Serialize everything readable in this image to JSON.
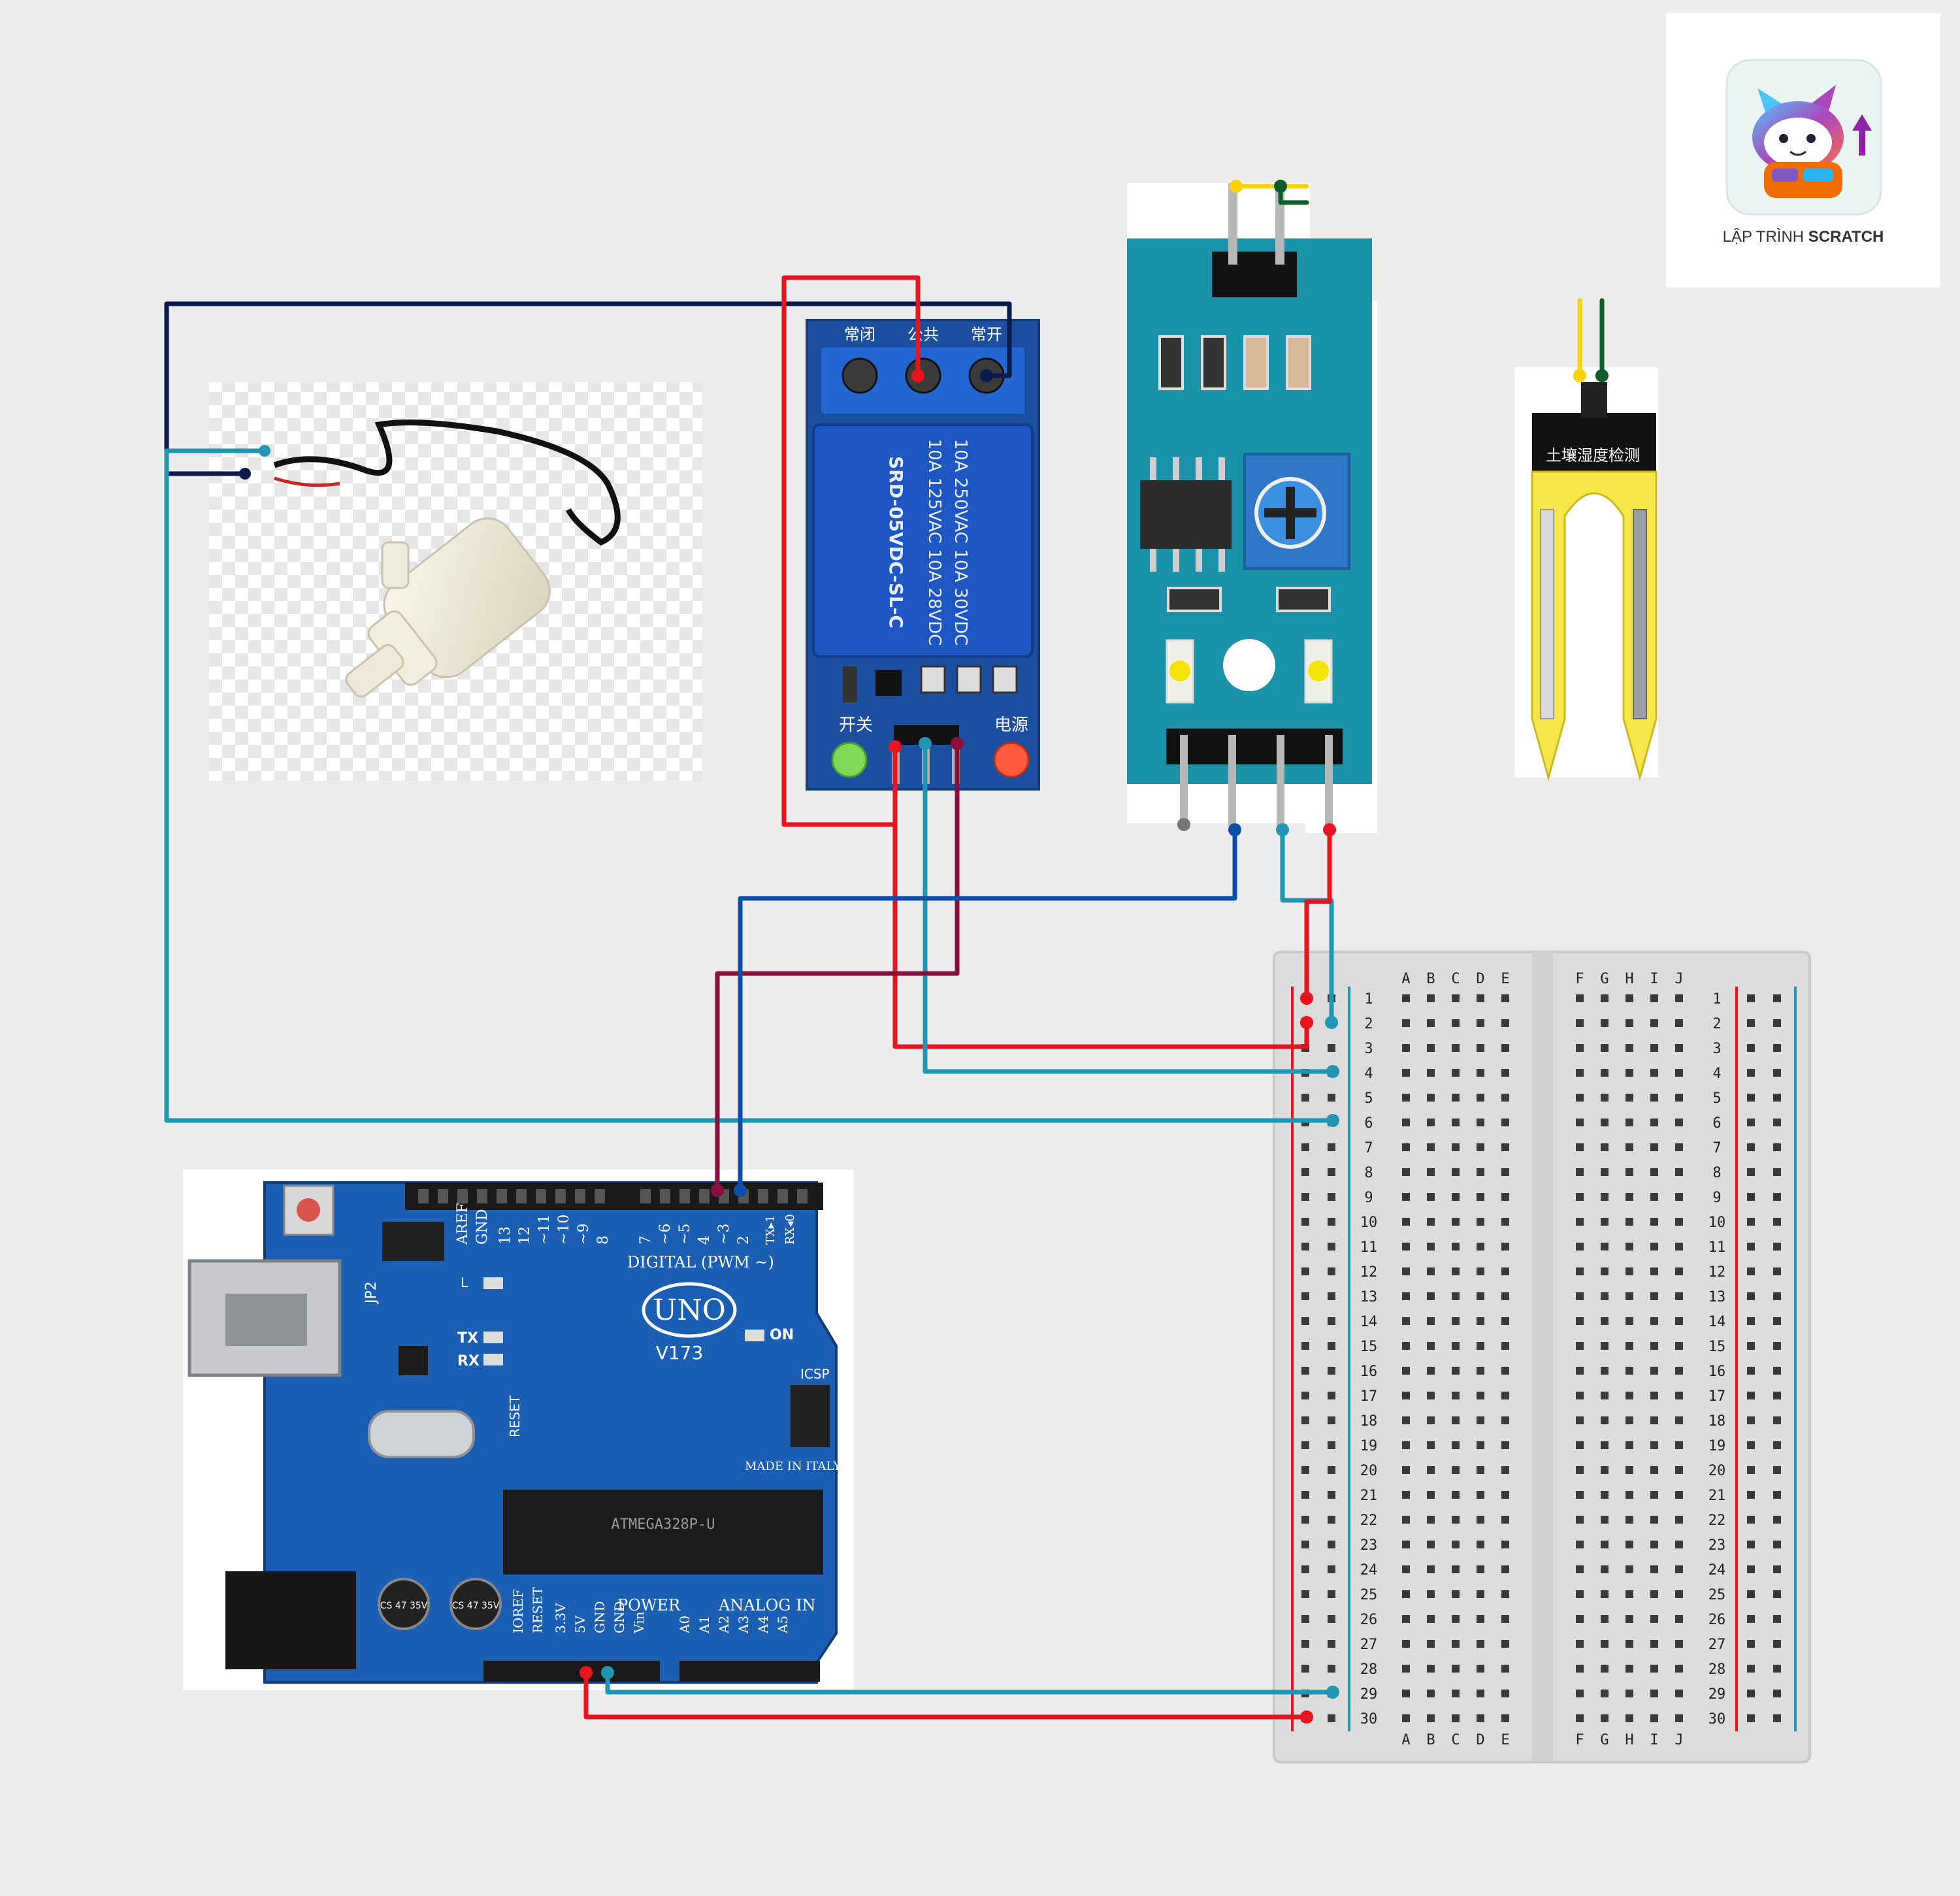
{
  "logo": {
    "text_regular": "LẬP TRÌNH ",
    "text_bold": "SCRATCH",
    "icon": "cat-mascot-icon"
  },
  "relay": {
    "labels_top": [
      "常闭",
      "公共",
      "常开"
    ],
    "coil_line1": "10A 250VAC 10A 30VDC",
    "coil_line2": "10A 125VAC 10A 28VDC",
    "model": "SRD-05VDC-SL-C",
    "left_led_label": "开关",
    "right_led_label": "电源"
  },
  "moisture_probe": {
    "label": "土壤湿度检测"
  },
  "arduino": {
    "board": "UNO",
    "version": "V173",
    "digital_label": "DIGITAL (PWM ~)",
    "power_label": "POWER",
    "analog_label": "ANALOG IN",
    "icsp_label": "ICSP",
    "on_label": "ON",
    "made_in": "MADE IN ITALY",
    "chip_label": "ATMEGA328P-U",
    "aref": "AREF",
    "gnd": "GND",
    "tx": "TX",
    "rx": "RX",
    "l": "L",
    "reset": "RESET",
    "jp2": "JP2",
    "digital_pins": [
      "13",
      "12",
      "~11",
      "~10",
      "~9",
      "8",
      "7",
      "~6",
      "~5",
      "4",
      "~3",
      "2",
      "TX▸1",
      "RX◂0"
    ],
    "power_pins": [
      "IOREF",
      "RESET",
      "3.3V",
      "5V",
      "GND",
      "GND",
      "Vin"
    ],
    "analog_pins": [
      "A0",
      "A1",
      "A2",
      "A3",
      "A4",
      "A5"
    ],
    "capacitor_label": "CS 47 35V"
  },
  "breadboard": {
    "left_cols": [
      "A",
      "B",
      "C",
      "D",
      "E"
    ],
    "right_cols": [
      "F",
      "G",
      "H",
      "I",
      "J"
    ],
    "rows": [
      "1",
      "2",
      "3",
      "4",
      "5",
      "6",
      "7",
      "8",
      "9",
      "10",
      "11",
      "12",
      "13",
      "14",
      "15",
      "16",
      "17",
      "18",
      "19",
      "20",
      "21",
      "22",
      "23",
      "24",
      "25",
      "26",
      "27",
      "28",
      "29",
      "30"
    ]
  },
  "wire_colors": {
    "red": "#e8141e",
    "teal": "#2196b3",
    "navy": "#0c1b4d",
    "blue": "#0d4fa8",
    "maroon": "#8a0f3a",
    "yellow": "#f7d308",
    "green": "#0e5e2a"
  }
}
